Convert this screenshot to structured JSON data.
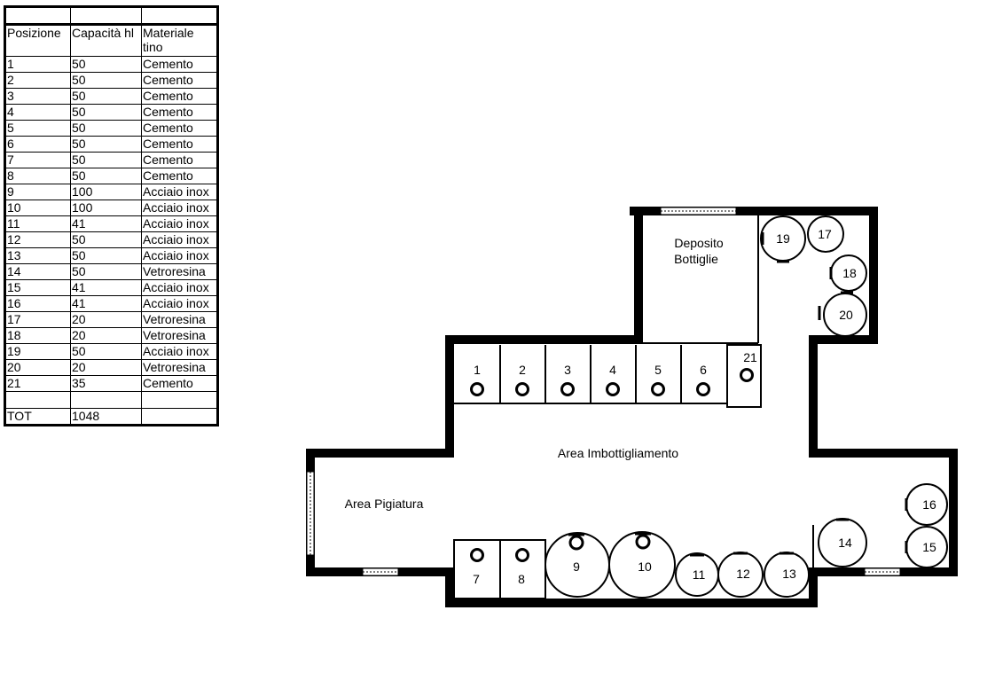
{
  "table": {
    "headers": [
      "Posizione",
      "Capacità hl",
      "Materiale tino"
    ],
    "rows": [
      [
        "1",
        "50",
        "Cemento"
      ],
      [
        "2",
        "50",
        "Cemento"
      ],
      [
        "3",
        "50",
        "Cemento"
      ],
      [
        "4",
        "50",
        "Cemento"
      ],
      [
        "5",
        "50",
        "Cemento"
      ],
      [
        "6",
        "50",
        "Cemento"
      ],
      [
        "7",
        "50",
        "Cemento"
      ],
      [
        "8",
        "50",
        "Cemento"
      ],
      [
        "9",
        "100",
        "Acciaio inox"
      ],
      [
        "10",
        "100",
        "Acciaio inox"
      ],
      [
        "11",
        "41",
        "Acciaio inox"
      ],
      [
        "12",
        "50",
        "Acciaio inox"
      ],
      [
        "13",
        "50",
        "Acciaio inox"
      ],
      [
        "14",
        "50",
        "Vetroresina"
      ],
      [
        "15",
        "41",
        "Acciaio inox"
      ],
      [
        "16",
        "41",
        "Acciaio inox"
      ],
      [
        "17",
        "20",
        "Vetroresina"
      ],
      [
        "18",
        "20",
        "Vetroresina"
      ],
      [
        "19",
        "50",
        "Acciaio inox"
      ],
      [
        "20",
        "20",
        "Vetroresina"
      ],
      [
        "21",
        "35",
        "Cemento"
      ]
    ],
    "total_label": "TOT",
    "total_value": "1048"
  },
  "plan": {
    "rooms": {
      "deposito_line1": "Deposito",
      "deposito_line2": "Bottiglie",
      "imbottigliamento": "Area Imbottigliamento",
      "pigiatura": "Area Pigiatura"
    },
    "tanks": {
      "t1": "1",
      "t2": "2",
      "t3": "3",
      "t4": "4",
      "t5": "5",
      "t6": "6",
      "t7": "7",
      "t8": "8",
      "t9": "9",
      "t10": "10",
      "t11": "11",
      "t12": "12",
      "t13": "13",
      "t14": "14",
      "t15": "15",
      "t16": "16",
      "t17": "17",
      "t18": "18",
      "t19": "19",
      "t20": "20",
      "t21": "21"
    }
  }
}
